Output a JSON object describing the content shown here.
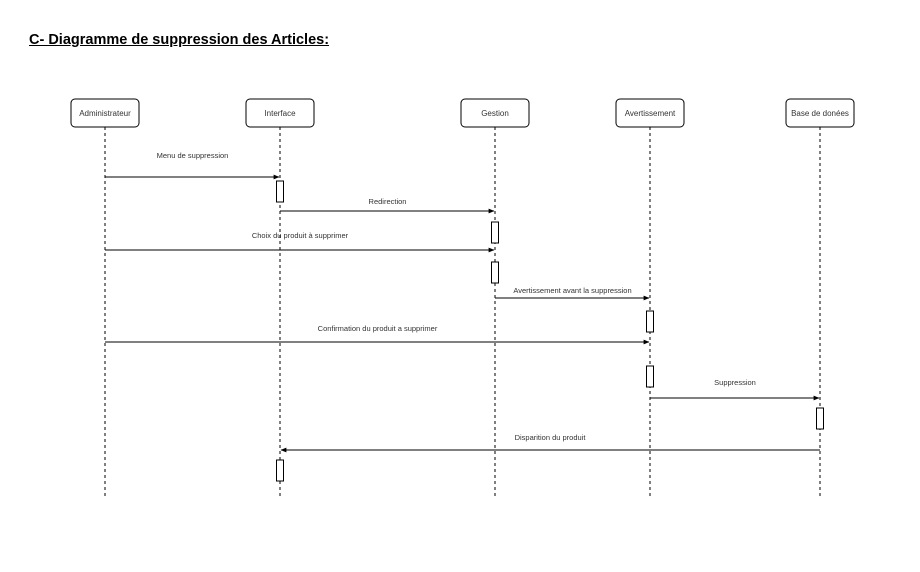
{
  "title": "C- Diagramme de suppression des Articles:",
  "participants": [
    {
      "id": "admin",
      "label": "Administrateur"
    },
    {
      "id": "interface",
      "label": "Interface"
    },
    {
      "id": "gestion",
      "label": "Gestion"
    },
    {
      "id": "avert",
      "label": "Avertissement"
    },
    {
      "id": "bdd",
      "label": "Base de donées"
    }
  ],
  "messages": [
    {
      "from": "admin",
      "to": "interface",
      "label": "Menu de suppression"
    },
    {
      "from": "interface",
      "to": "gestion",
      "label": "Redirection"
    },
    {
      "from": "admin",
      "to": "gestion",
      "label": "Choix du produit à supprimer"
    },
    {
      "from": "gestion",
      "to": "avert",
      "label": "Avertissement avant la suppression"
    },
    {
      "from": "admin",
      "to": "avert",
      "label": "Confirmation du produit a supprimer"
    },
    {
      "from": "avert",
      "to": "bdd",
      "label": "Suppression"
    },
    {
      "from": "bdd",
      "to": "interface",
      "label": "Disparition du produit"
    }
  ]
}
